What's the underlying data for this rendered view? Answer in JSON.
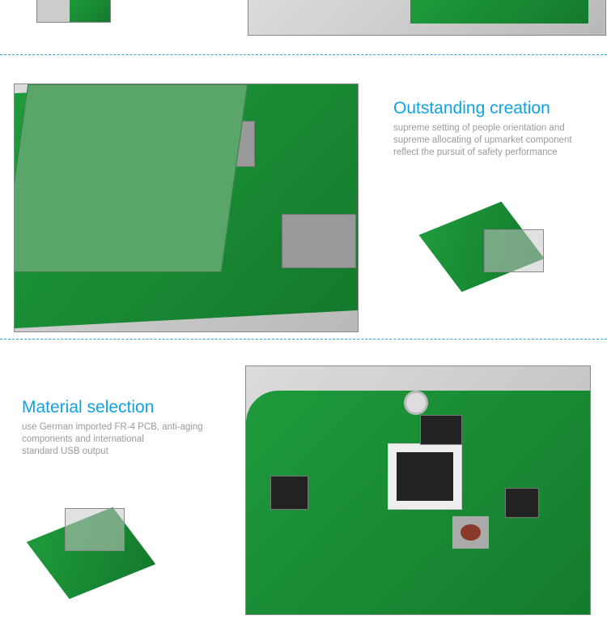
{
  "sections": [
    {
      "title": "Outstanding creation",
      "desc_lines": [
        "supreme setting of people orientation and",
        "supreme allocating of upmarket component",
        "reflect the pursuit of safety performance"
      ]
    },
    {
      "title": "Material selection",
      "desc_lines": [
        "use German imported FR-4 PCB, anti-aging",
        "components and international",
        "standard USB output"
      ]
    }
  ],
  "colors": {
    "accent": "#0fa3e6",
    "pcb": "#1a8d36"
  }
}
